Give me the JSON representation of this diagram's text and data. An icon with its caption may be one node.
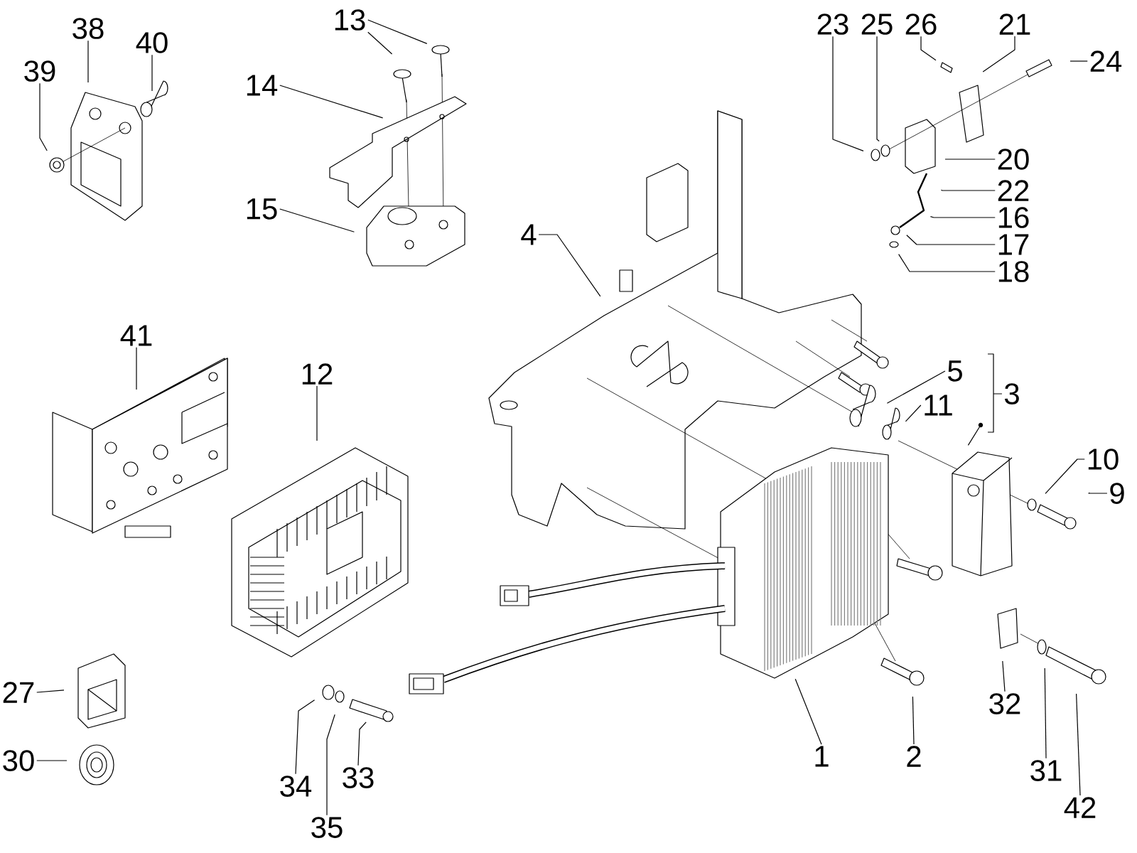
{
  "diagram": {
    "nodes": [
      {
        "text": [
          "38"
        ]
      },
      {
        "text": [
          "39"
        ]
      },
      {
        "text": [
          "40"
        ]
      },
      {
        "text": [
          "13"
        ]
      },
      {
        "text": [
          "14"
        ]
      },
      {
        "text": [
          "15"
        ]
      },
      {
        "text": [
          "23"
        ]
      },
      {
        "text": [
          "25"
        ]
      },
      {
        "text": [
          "26"
        ]
      },
      {
        "text": [
          "21"
        ]
      },
      {
        "text": [
          "24"
        ]
      },
      {
        "text": [
          "20"
        ]
      },
      {
        "text": [
          "22"
        ]
      },
      {
        "text": [
          "16"
        ]
      },
      {
        "text": [
          "17"
        ]
      },
      {
        "text": [
          "18"
        ]
      },
      {
        "text": [
          "4"
        ]
      },
      {
        "text": [
          "41"
        ]
      },
      {
        "text": [
          "12"
        ]
      },
      {
        "text": [
          "5"
        ]
      },
      {
        "text": [
          "11"
        ]
      },
      {
        "text": [
          "3"
        ]
      },
      {
        "text": [
          "10"
        ]
      },
      {
        "text": [
          "9"
        ]
      },
      {
        "text": [
          "27"
        ]
      },
      {
        "text": [
          "30"
        ]
      },
      {
        "text": [
          "34"
        ]
      },
      {
        "text": [
          "35"
        ]
      },
      {
        "text": [
          "33"
        ]
      },
      {
        "text": [
          "1"
        ]
      },
      {
        "text": [
          "2"
        ]
      },
      {
        "text": [
          "32"
        ]
      },
      {
        "text": [
          "31"
        ]
      },
      {
        "text": [
          "42"
        ]
      }
    ],
    "edges": [
      {
        "from": 0,
        "to": null,
        "arrow": "none"
      },
      {
        "from": 1,
        "to": null,
        "arrow": "none"
      },
      {
        "from": 2,
        "to": null,
        "arrow": "none"
      },
      {
        "from": 3,
        "to": null,
        "arrow": "none"
      },
      {
        "from": 3,
        "to": null,
        "arrow": "none"
      },
      {
        "from": 4,
        "to": null,
        "arrow": "none"
      },
      {
        "from": 5,
        "to": null,
        "arrow": "none"
      },
      {
        "from": 6,
        "to": null,
        "arrow": "none"
      },
      {
        "from": 7,
        "to": null,
        "arrow": "none"
      },
      {
        "from": 8,
        "to": null,
        "arrow": "none"
      },
      {
        "from": 9,
        "to": null,
        "arrow": "none"
      },
      {
        "from": 10,
        "to": null,
        "arrow": "none"
      },
      {
        "from": 11,
        "to": null,
        "arrow": "none"
      },
      {
        "from": 12,
        "to": null,
        "arrow": "none"
      },
      {
        "from": 13,
        "to": null,
        "arrow": "none"
      },
      {
        "from": 14,
        "to": null,
        "arrow": "none"
      },
      {
        "from": 15,
        "to": null,
        "arrow": "none"
      },
      {
        "from": 16,
        "to": null,
        "arrow": "none"
      },
      {
        "from": 17,
        "to": null,
        "arrow": "none"
      },
      {
        "from": 18,
        "to": null,
        "arrow": "none"
      },
      {
        "from": 19,
        "to": null,
        "arrow": "none"
      },
      {
        "from": 20,
        "to": null,
        "arrow": "none"
      },
      {
        "from": 21,
        "to": null,
        "arrow": "none"
      },
      {
        "from": 22,
        "to": null,
        "arrow": "none"
      },
      {
        "from": 23,
        "to": null,
        "arrow": "none"
      },
      {
        "from": 24,
        "to": null,
        "arrow": "none"
      },
      {
        "from": 25,
        "to": null,
        "arrow": "none"
      },
      {
        "from": 26,
        "to": null,
        "arrow": "none"
      },
      {
        "from": 27,
        "to": null,
        "arrow": "none"
      },
      {
        "from": 28,
        "to": null,
        "arrow": "none"
      },
      {
        "from": 29,
        "to": null,
        "arrow": "none"
      },
      {
        "from": 30,
        "to": null,
        "arrow": "none"
      },
      {
        "from": 31,
        "to": null,
        "arrow": "none"
      },
      {
        "from": 32,
        "to": null,
        "arrow": "none"
      },
      {
        "from": 33,
        "to": null,
        "arrow": "none"
      }
    ]
  }
}
